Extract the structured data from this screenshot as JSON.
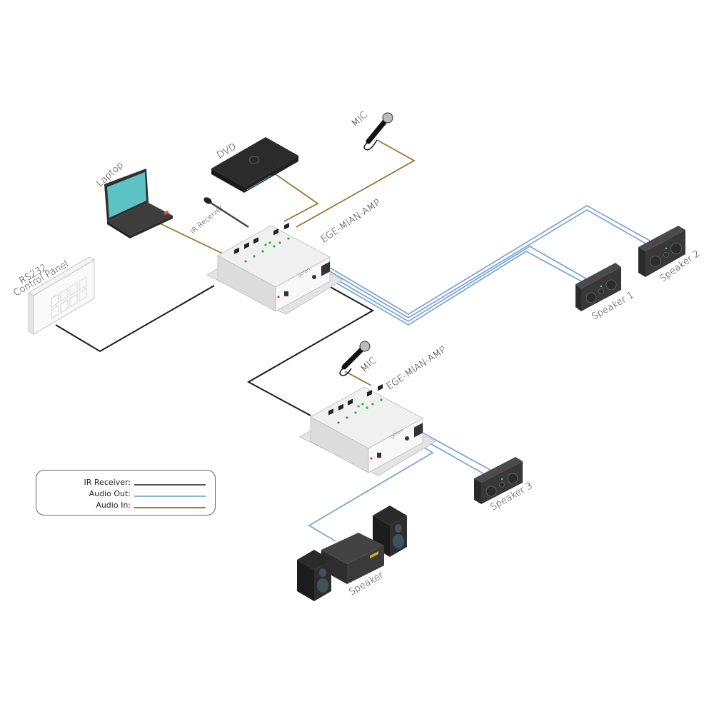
{
  "diagram": {
    "title": "EGE-MIAN-AMP connection diagram",
    "devices": {
      "amp1": {
        "label": "EGE-MIAN-AMP",
        "brand": "gefen"
      },
      "amp2": {
        "label": "EGE-MIAN-AMP",
        "brand": "gefen"
      },
      "laptop": {
        "label": "Laptop"
      },
      "dvd": {
        "label": "DVD"
      },
      "mic1": {
        "label": "MIC"
      },
      "mic2": {
        "label": "MIC"
      },
      "ir_receiver": {
        "label": "IR Receiver"
      },
      "control_panel": {
        "label_line1": "RS232",
        "label_line2": "Control Panel"
      },
      "speaker1": {
        "label": "Speaker 1"
      },
      "speaker2": {
        "label": "Speaker 2"
      },
      "speaker3": {
        "label": "Speaker 3"
      },
      "stereo": {
        "label": "Speaker"
      }
    },
    "connections": [
      {
        "from": "laptop",
        "to": "amp1",
        "type": "audio_in"
      },
      {
        "from": "dvd",
        "to": "amp1",
        "type": "audio_in"
      },
      {
        "from": "mic1",
        "to": "amp1",
        "type": "audio_in"
      },
      {
        "from": "mic2",
        "to": "amp2",
        "type": "audio_in"
      },
      {
        "from": "control_panel",
        "to": "amp1",
        "type": "ir_receiver"
      },
      {
        "from": "amp1",
        "to": "amp2",
        "type": "ir_receiver"
      },
      {
        "from": "amp1",
        "to": "speaker1",
        "type": "audio_out"
      },
      {
        "from": "amp1",
        "to": "speaker2",
        "type": "audio_out"
      },
      {
        "from": "amp2",
        "to": "speaker3",
        "type": "audio_out"
      },
      {
        "from": "amp2",
        "to": "stereo",
        "type": "audio_out"
      }
    ]
  },
  "legend": {
    "items": [
      {
        "label": "IR Receiver:",
        "color": "#555555"
      },
      {
        "label": "Audio Out:",
        "color": "#8fb3dc"
      },
      {
        "label": "Audio In:",
        "color": "#a07a30"
      }
    ]
  },
  "colors": {
    "ir_line": "#1a1a1a",
    "audio_out": "#7ea6d8",
    "audio_in": "#9c7430",
    "laptop_screen": "#5cc2c4",
    "device_body": "#e8e8e8",
    "speaker_body": "#3a3a3a"
  }
}
